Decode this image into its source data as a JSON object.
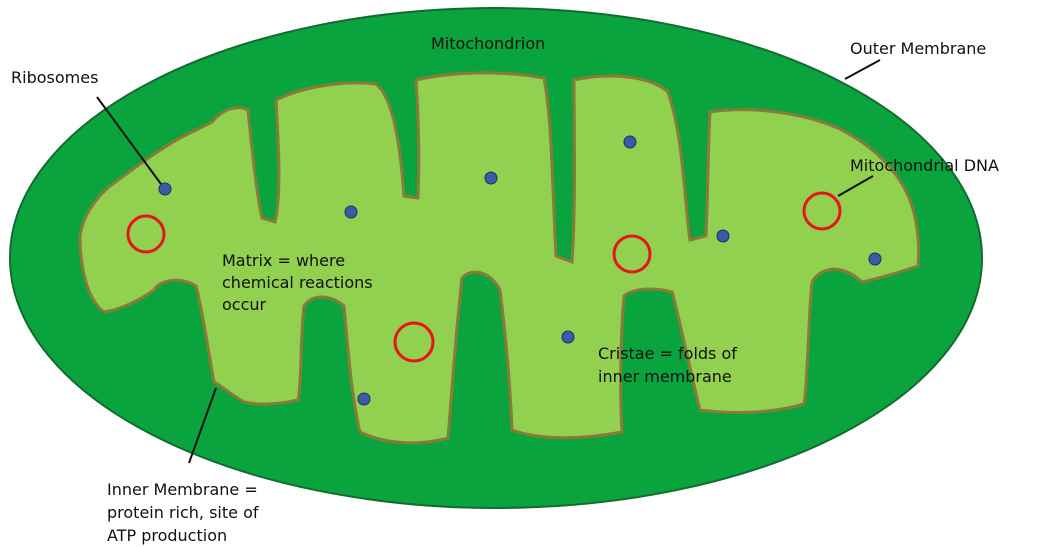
{
  "colors": {
    "outer_membrane": "#0aa43f",
    "outer_stroke": "#136b30",
    "matrix": "#92d050",
    "inner_membrane_stroke": "#8a7a3a",
    "ribosome": "#3d5aa8",
    "ribosome_stroke": "#1f2f66",
    "dna": "#e8141b",
    "leader": "#111111",
    "background": "#ffffff"
  },
  "labels": {
    "title": "Mitochondrion",
    "outer_membrane": "Outer Membrane",
    "ribosomes": "Ribosomes",
    "mito_dna": "Mitochondrial DNA",
    "matrix": [
      "Matrix = where",
      "chemical reactions",
      "occur"
    ],
    "cristae": [
      "Cristae = folds of",
      "inner membrane"
    ],
    "inner_membrane": [
      "Inner Membrane =",
      "protein rich, site of",
      "ATP production"
    ]
  },
  "icons": {
    "ribosome": "ribosome-dot",
    "dna": "dna-ring"
  }
}
